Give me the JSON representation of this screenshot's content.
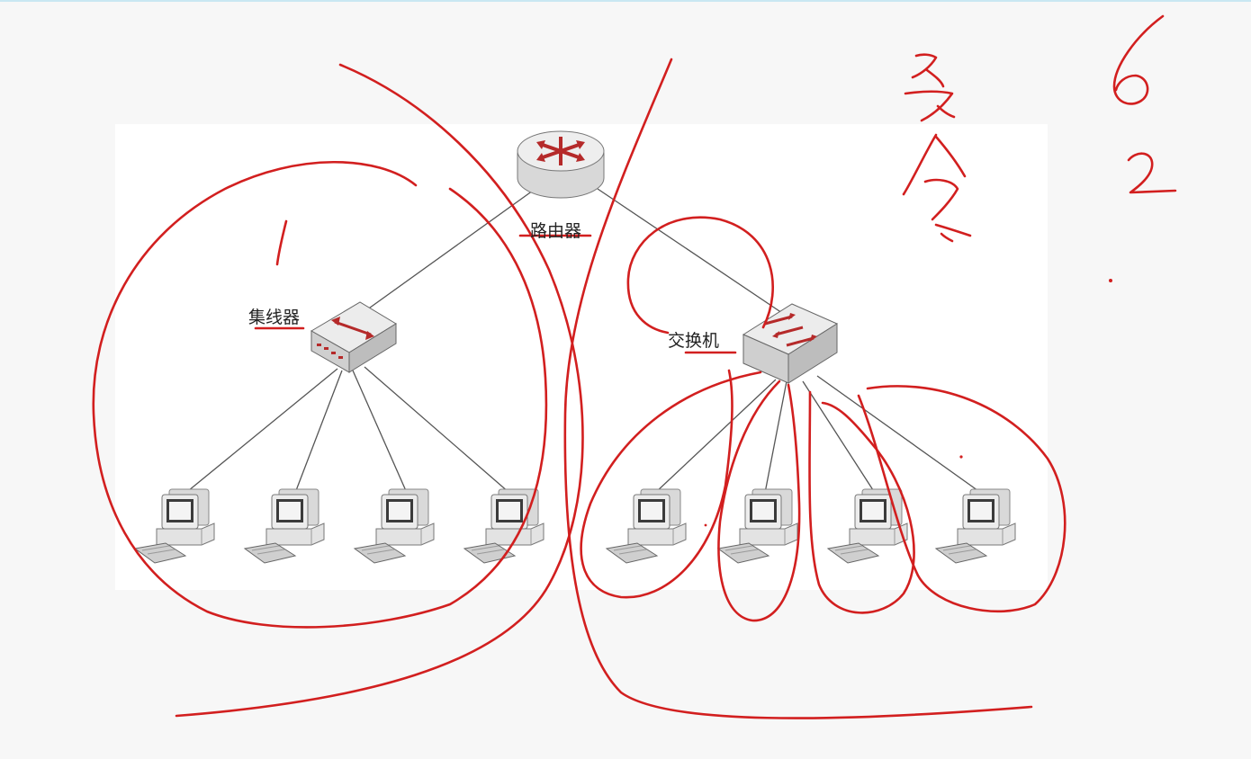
{
  "diagram": {
    "router_label": "路由器",
    "hub_label": "集线器",
    "switch_label": "交换机",
    "annotations": {
      "hub_domain_number": "1",
      "right_top_number": "6",
      "right_mid_number": "2",
      "char_duo": "多",
      "char_ge": "个"
    },
    "hub_pc_count": 4,
    "switch_pc_count": 4
  },
  "colors": {
    "annotation_red": "#d21f1f",
    "link_gray": "#555555",
    "device_red": "#b52a2a",
    "panel_bg": "#ffffff",
    "page_bg": "#f7f7f7"
  }
}
